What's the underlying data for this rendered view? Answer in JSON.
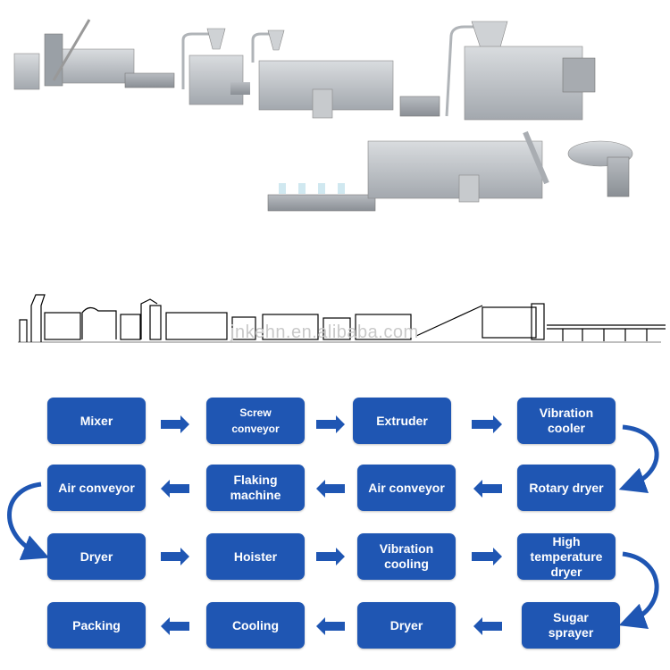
{
  "watermark": "jnkehn.en.alibaba.com",
  "colors": {
    "box": "#1f56b3",
    "arrow": "#1f56b3",
    "box_text": "#ffffff",
    "steel": "#b9bec4"
  },
  "steps": [
    {
      "label": "Mixer"
    },
    {
      "label": "Screw\nconveyor"
    },
    {
      "label": "Extruder"
    },
    {
      "label": "Vibration\ncooler"
    },
    {
      "label": "Rotary dryer"
    },
    {
      "label": "Air conveyor"
    },
    {
      "label": "Flaking\nmachine"
    },
    {
      "label": "Air conveyor"
    },
    {
      "label": "Dryer"
    },
    {
      "label": "Hoister"
    },
    {
      "label": "Vibration\ncooling"
    },
    {
      "label": "High\ntemperature\ndryer"
    },
    {
      "label": "Sugar\nsprayer"
    },
    {
      "label": "Dryer"
    },
    {
      "label": "Cooling"
    },
    {
      "label": "Packing"
    }
  ]
}
